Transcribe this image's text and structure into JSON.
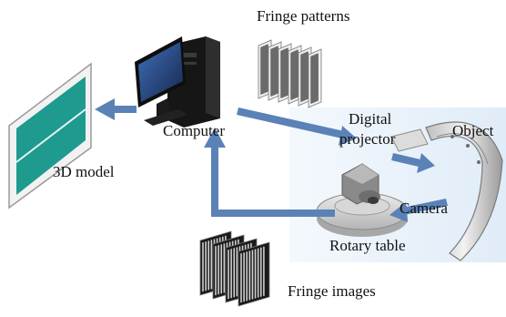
{
  "labels": {
    "fringe_patterns": "Fringe patterns",
    "computer": "Computer",
    "digital": "Digital",
    "projector": "projector",
    "object": "Object",
    "model_3d": "3D model",
    "camera": "Camera",
    "rotary_table": "Rotary table",
    "fringe_images": "Fringe images"
  },
  "colors": {
    "arrow": "#5a82b6",
    "model_panel": "#1f9a8f",
    "computer_body": "#1b1b1b",
    "monitor_screen": "#2a4a8a",
    "projection_glow": "#cfe3f6",
    "object_surface": "#d9d9d9",
    "turntable": "#c9c9c9",
    "fringe_stripe": "#6b6b6b"
  }
}
